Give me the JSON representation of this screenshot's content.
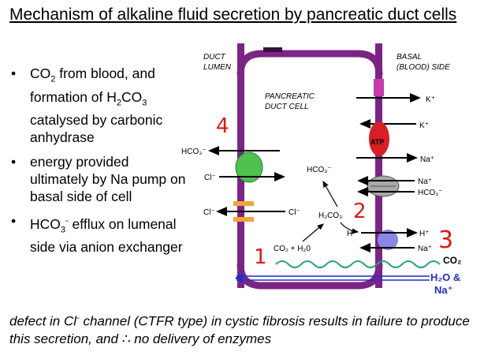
{
  "slide": {
    "title": "Mechanism of alkaline fluid secretion by pancreatic duct cells",
    "bullets": [
      {
        "prefix": "CO",
        "sub": "2",
        "rest1": " from blood, and formation of H",
        "sub2": "2",
        "rest2": "CO",
        "sub3": "3",
        "rest3": " catalysed by carbonic anhydrase"
      },
      {
        "text": "energy provided ultimately by Na pump on basal side of cell"
      },
      {
        "prefix": "HCO",
        "sub": "3",
        "sup": "-",
        "rest1": " efflux on lumenal side via anion exchanger"
      }
    ],
    "footnote": {
      "a": "defect in Cl",
      "sup": "-",
      "b": " channel (CTFR type) in cystic fibrosis results in failure to produce this secretion, and ",
      "therefore": "∴",
      "c": " no delivery of enzymes"
    }
  },
  "diagram": {
    "lumen_label_1": "DUCT",
    "lumen_label_2": "LUMEN",
    "basal_label_1": "BASAL",
    "basal_label_2": "(BLOOD) SIDE",
    "cell_label_1": "PANCREATIC",
    "cell_label_2": "DUCT CELL",
    "k_out": "K⁺",
    "k_in": "K⁺",
    "atp": "ATP",
    "na_pump": "Na⁺",
    "na_cotrans": "Na⁺",
    "hco3_cotrans": "HCO₃⁻",
    "h_inside": "H⁺",
    "h_out": "H⁺",
    "na_antiport": "Na⁺",
    "hco3_lumen": "HCO₃⁻",
    "cl_lumen": "Cl⁻",
    "hco3_cell": "HCO₃⁻",
    "cl_channel_out": "Cl⁻",
    "cl_channel_in": "Cl⁻",
    "h2co3": "H₂CO₃",
    "co2_h2o": "CO₂ + H₂0",
    "co2_blood": "CO₂",
    "h2o_na": "H₂O &",
    "na_blood": "Na⁺",
    "step_1": "1",
    "step_2": "2",
    "step_3": "3",
    "step_4": "4"
  },
  "colors": {
    "membrane": "#7b2583",
    "pump": "#d61f26",
    "k_channel": "#c43ca8",
    "exchanger": "#4fc14f",
    "cl_channel": "#f2a43b",
    "cotransporter": "#a8a8a8",
    "antiport": "#8a86e6",
    "water": "#27a37a",
    "blood_text": "#1f2fc7",
    "annotation": "#e01818"
  }
}
